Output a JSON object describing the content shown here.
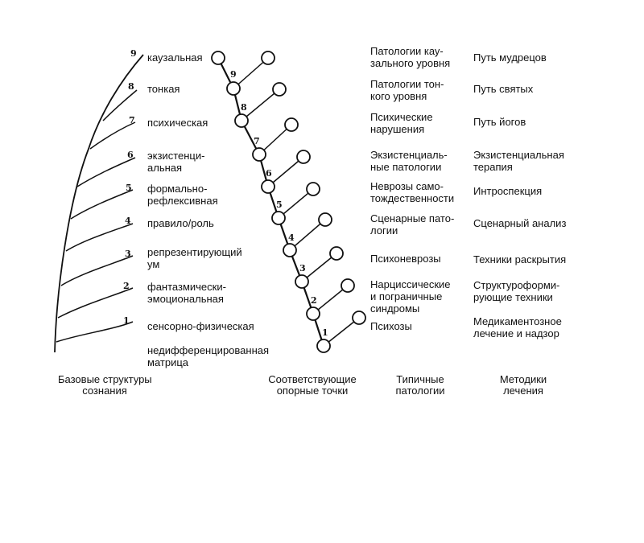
{
  "structures": [
    {
      "num": "1",
      "label_lines": [
        "сенсорно-физическая"
      ]
    },
    {
      "num": "2",
      "label_lines": [
        "фантазмически-",
        "эмоциональная"
      ]
    },
    {
      "num": "3",
      "label_lines": [
        "репрезентирующий",
        "ум"
      ]
    },
    {
      "num": "4",
      "label_lines": [
        "правило/роль"
      ]
    },
    {
      "num": "5",
      "label_lines": [
        "формально-",
        "рефлексивная"
      ]
    },
    {
      "num": "6",
      "label_lines": [
        "экзистенци-",
        "альная"
      ]
    },
    {
      "num": "7",
      "label_lines": [
        "психическая"
      ]
    },
    {
      "num": "8",
      "label_lines": [
        "тонкая"
      ]
    },
    {
      "num": "9",
      "label_lines": [
        "каузальная"
      ]
    }
  ],
  "matrix_label_lines": [
    "недифференцированная",
    "матрица"
  ],
  "fulcrum_numbers": [
    "1",
    "2",
    "3",
    "4",
    "5",
    "6",
    "7",
    "8",
    "9"
  ],
  "pathologies": [
    [
      "Психозы"
    ],
    [
      "Нарциссические",
      "и пограничные",
      "синдромы"
    ],
    [
      "Психоневрозы"
    ],
    [
      "Сценарные пато-",
      "логии"
    ],
    [
      "Неврозы само-",
      "тождественности"
    ],
    [
      "Экзистенциаль-",
      "ные патологии"
    ],
    [
      "Психические",
      "нарушения"
    ],
    [
      "Патологии тон-",
      "кого уровня"
    ],
    [
      "Патологии кау-",
      "зального уровня"
    ]
  ],
  "treatments": [
    [
      "Медикаментозное",
      "лечение и надзор"
    ],
    [
      "Структуроформи-",
      "рующие техники"
    ],
    [
      "Техники раскрытия"
    ],
    [
      "Сценарный анализ"
    ],
    [
      "Интроспекция"
    ],
    [
      "Экзистенциальная",
      "терапия"
    ],
    [
      "Путь йогов"
    ],
    [
      "Путь святых"
    ],
    [
      "Путь мудрецов"
    ]
  ],
  "headers": {
    "structures": [
      "Базовые структуры",
      "сознания"
    ],
    "fulcrums": [
      "Соответствующие",
      "опорные точки"
    ],
    "pathologies": [
      "Типичные",
      "патологии"
    ],
    "treatments": [
      "Методики",
      "лечения"
    ]
  }
}
